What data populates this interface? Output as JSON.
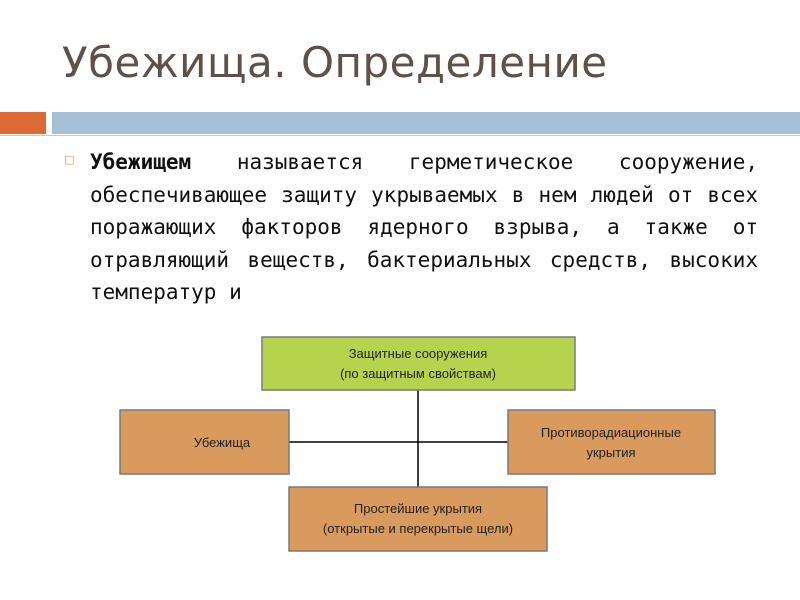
{
  "slide": {
    "title": "Убежища. Определение",
    "definition_term": "Убежищем",
    "definition_text": " называется герметическое сооружение, обеспечивающее защиту укрываемых в нем людей от всех поражающих факторов ядерного взрыва, а также от отравляющий веществ, бактериальных средств, высоких температур и"
  },
  "diagram": {
    "root": {
      "line1": "Защитные сооружения",
      "line2": "(по защитным свойствам)",
      "color": "#b5d34d"
    },
    "left": {
      "line1": "Убежища",
      "color": "#d99a5e"
    },
    "right": {
      "line1": "Противорадиационные",
      "line2": "укрытия",
      "color": "#d99a5e"
    },
    "bottom": {
      "line1": "Простейшие укрытия",
      "line2": "(открытые и перекрытые щели)",
      "color": "#d99a5e"
    }
  },
  "colors": {
    "accent_orange": "#dc6a34",
    "accent_blue": "#a4bfd6",
    "title": "#5f5147"
  }
}
